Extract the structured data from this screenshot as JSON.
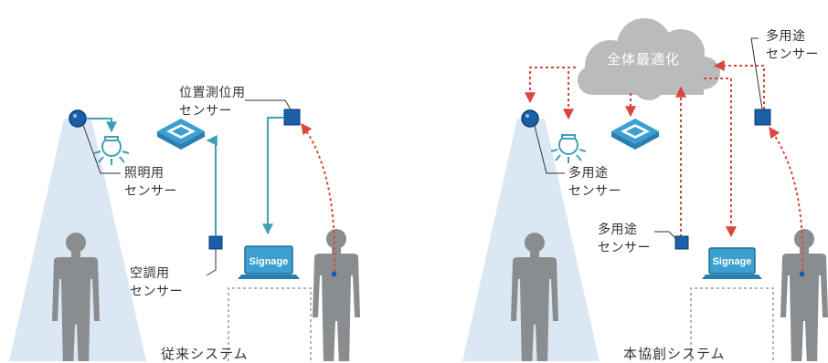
{
  "left_panel": {
    "caption": "従来システム",
    "lighting_sensor": {
      "line1": "照明用",
      "line2": "センサー"
    },
    "positioning_sensor": {
      "line1": "位置測位用",
      "line2": "センサー"
    },
    "aircon_sensor": {
      "line1": "空調用",
      "line2": "センサー"
    },
    "signage_label": "Signage"
  },
  "right_panel": {
    "caption": "本協創システム",
    "cloud_label": "全体最適化",
    "sensor_top": {
      "line1": "多用途",
      "line2": "センサー"
    },
    "sensor_left": {
      "line1": "多用途",
      "line2": "センサー"
    },
    "sensor_mid": {
      "line1": "多用途",
      "line2": "センサー"
    },
    "signage_label": "Signage"
  },
  "colors": {
    "solid_link": "#3ea0b4",
    "dotted_link": "#d9463c",
    "sensor": "#1a5fa8",
    "person": "#8a8d90",
    "light_cone": "#dbe8f3",
    "cloud": "#b9bbbd",
    "device": "#3b9fd0"
  }
}
